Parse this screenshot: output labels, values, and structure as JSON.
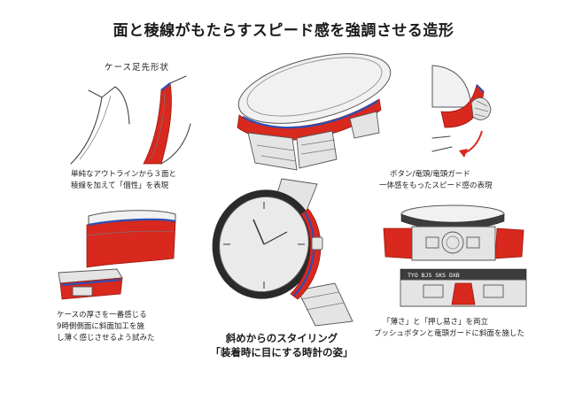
{
  "title": "面と稜線がもたらすスピード感を強調させる造形",
  "sections": {
    "case_tip": {
      "label": "ケース足先形状",
      "caption_line1": "単純なアウトラインから３面と",
      "caption_line2": "稜線を加えて「個性」を表現"
    },
    "guard": {
      "caption_line1": "ボタン/竜頭/竜頭ガード",
      "caption_line2": "一体感をもったスピード感の表現"
    },
    "thickness": {
      "caption_line1": "ケースの厚さを一番感じる",
      "caption_line2": "9時側側面に斜面加工を施",
      "caption_line3": "し薄く感じさせるよう試みた"
    },
    "center": {
      "caption_line1": "斜めからのスタイリング",
      "caption_line2": "「装着時に目にする時計の姿」"
    },
    "button": {
      "caption_line1": "「薄さ」と「押し易さ」を両立",
      "caption_line2": "プッシュボタンと竜頭ガードに斜面を施した"
    }
  },
  "bezel_text": "TYO  BJS  SKS  DXB"
}
